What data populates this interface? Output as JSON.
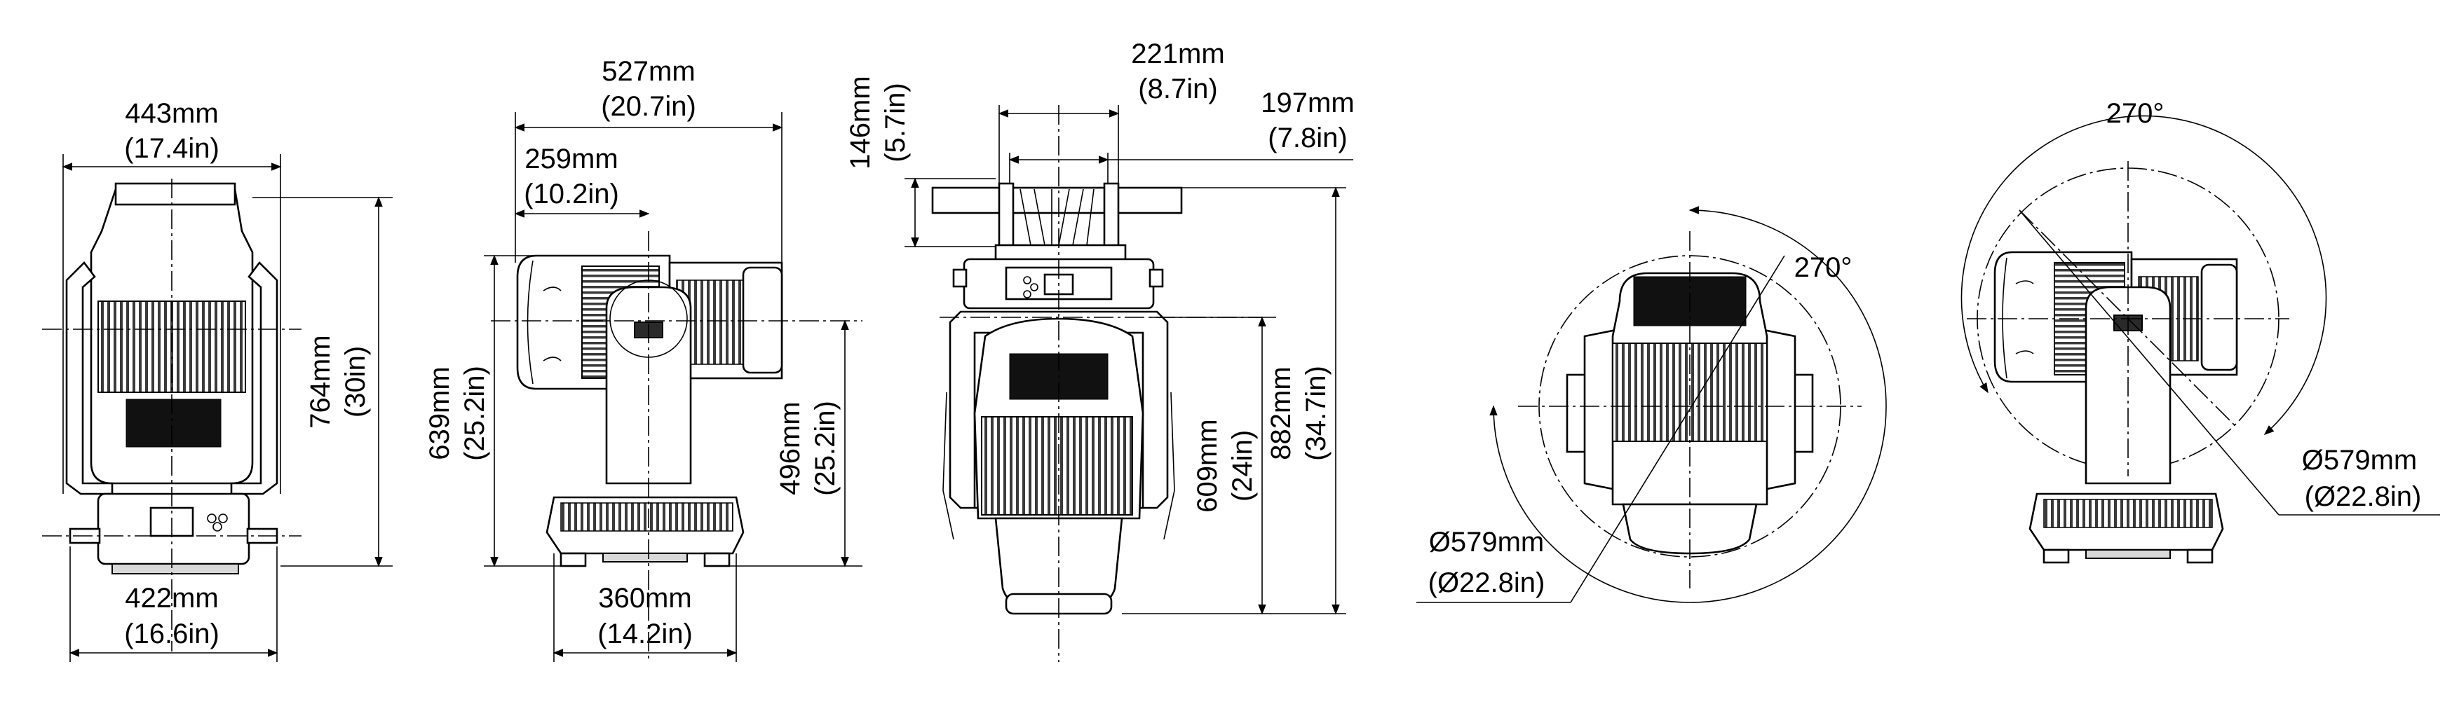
{
  "figures": {
    "front": {
      "top_width": {
        "mm": "443mm",
        "in": "(17.4in)"
      },
      "height": {
        "mm": "764mm",
        "in": "(30in)"
      },
      "base_width": {
        "mm": "422mm",
        "in": "(16.6in)"
      }
    },
    "side": {
      "overall_depth": {
        "mm": "527mm",
        "in": "(20.7in)"
      },
      "pivot_offset": {
        "mm": "259mm",
        "in": "(10.2in)"
      },
      "total_height": {
        "mm": "639mm",
        "in": "(25.2in)"
      },
      "pivot_height": {
        "mm": "496mm",
        "in": "(25.2in)"
      },
      "base_width": {
        "mm": "360mm",
        "in": "(14.2in)"
      }
    },
    "hanging": {
      "clamp_height": {
        "mm": "146mm",
        "in": "(5.7in)"
      },
      "clamp_span_outer": {
        "mm": "221mm",
        "in": "(8.7in)"
      },
      "clamp_span_inner": {
        "mm": "197mm",
        "in": "(7.8in)"
      },
      "pivot_depth": {
        "mm": "609mm",
        "in": "(24in)"
      },
      "total_depth": {
        "mm": "882mm",
        "in": "(34.7in)"
      }
    },
    "pan_swing": {
      "angle": "270°",
      "diameter": {
        "mm": "Ø579mm",
        "in": "(Ø22.8in)"
      }
    },
    "tilt_swing": {
      "angle": "270°",
      "diameter": {
        "mm": "Ø579mm",
        "in": "(Ø22.8in)"
      }
    }
  }
}
